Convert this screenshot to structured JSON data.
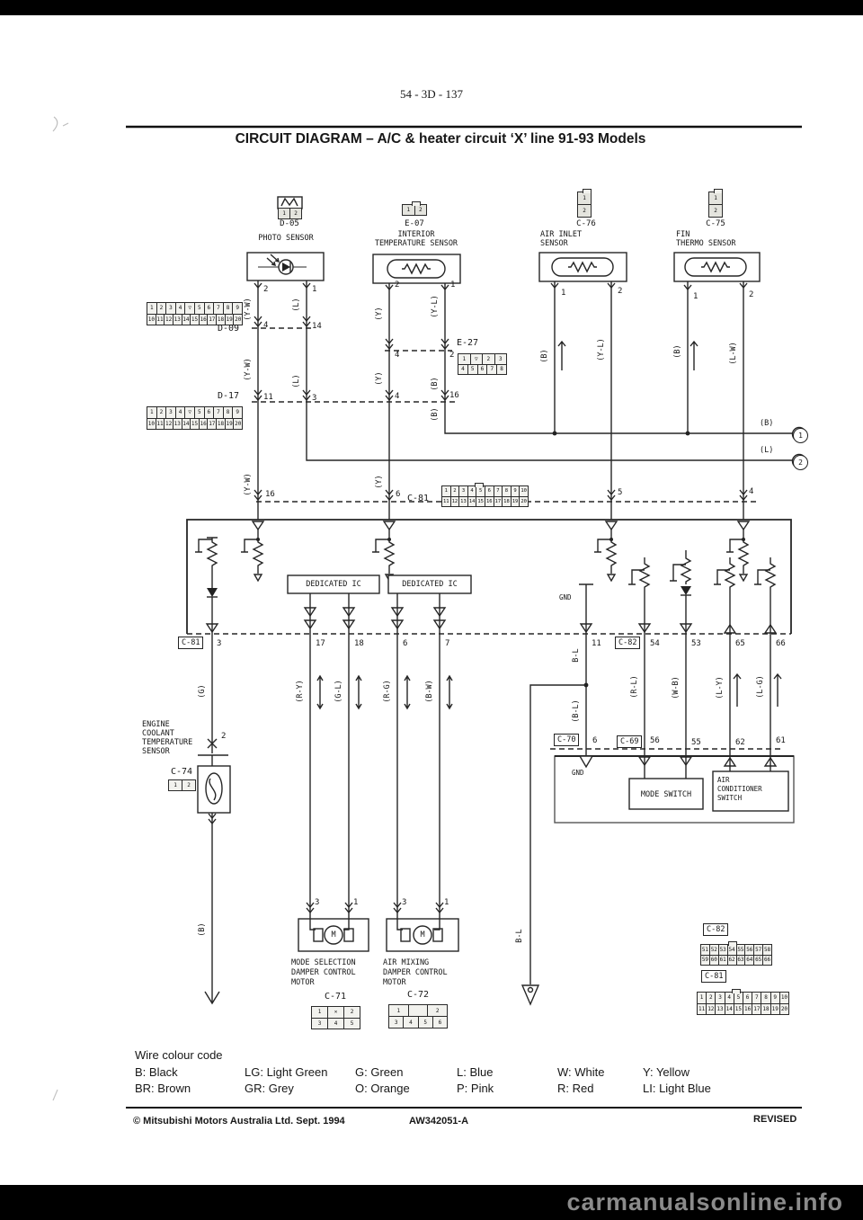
{
  "page": {
    "number": "54 - 3D - 137",
    "title": "CIRCUIT DIAGRAM – A/C & heater circuit ‘X’ line 91-93 Models",
    "footer": {
      "copyright": "© Mitsubishi Motors Australia Ltd. Sept. 1994",
      "document_number": "AW342051-A",
      "status": "REVISED"
    },
    "watermark": "carmanualsonline.info"
  },
  "legend": {
    "title": "Wire colour code",
    "row1": [
      "B: Black",
      "LG: Light Green",
      "G: Green",
      "L: Blue",
      "W: White",
      "Y: Yellow"
    ],
    "row2": [
      "BR: Brown",
      "GR: Grey",
      "O: Orange",
      "P: Pink",
      "R: Red",
      "LI: Light Blue"
    ]
  },
  "components": {
    "photo_sensor": {
      "id": "D-05",
      "name": "PHOTO SENSOR"
    },
    "interior_temp_sensor": {
      "id": "E-07",
      "name1": "INTERIOR",
      "name2": "TEMPERATURE SENSOR"
    },
    "air_inlet_sensor": {
      "id": "C-76",
      "name1": "AIR INLET",
      "name2": "SENSOR"
    },
    "fin_thermo_sensor": {
      "id": "C-75",
      "name1": "FIN",
      "name2": "THERMO SENSOR"
    },
    "coolant_sensor": {
      "id": "C-74",
      "name1": "ENGINE",
      "name2": "COOLANT",
      "name3": "TEMPERATURE",
      "name4": "SENSOR"
    },
    "dedicated_ic1": "DEDICATED IC",
    "dedicated_ic2": "DEDICATED IC",
    "gnd_ecu": "GND",
    "gnd_c70": "GND",
    "mode_switch": {
      "name": "MODE SWITCH"
    },
    "ac_switch": {
      "name1": "AIR",
      "name2": "CONDITIONER",
      "name3": "SWITCH"
    },
    "mode_motor": {
      "id": "C-71",
      "name1": "MODE SELECTION",
      "name2": "DAMPER CONTROL",
      "name3": "MOTOR",
      "symbol": "M"
    },
    "mix_motor": {
      "id": "C-72",
      "name1": "AIR MIXING",
      "name2": "DAMPER CONTROL",
      "name3": "MOTOR",
      "symbol": "M"
    }
  },
  "connector_labels": {
    "d09": "D-09",
    "d17": "D-17",
    "e27": "E-27",
    "c81_mid": "C-81",
    "c81_ecu": "C-81",
    "c82_ecu": "C-82",
    "c70": "C-70",
    "c69": "C-69",
    "c82_pinout": "C-82",
    "c81_pinout": "C-81"
  },
  "pins": {
    "photo_2": "2",
    "photo_1": "1",
    "int_2": "2",
    "int_1": "1",
    "ai_1": "1",
    "ai_2": "2",
    "fin_1": "1",
    "fin_2": "2",
    "d09_4": "4",
    "d09_14": "14",
    "e27_4": "4",
    "e27_2": "2",
    "d17_11": "11",
    "d17_3": "3",
    "d17_4": "4",
    "d17_16": "16",
    "c81_16": "16",
    "c81_6": "6",
    "c81_5": "5",
    "c81_4": "4",
    "ecu_3": "3",
    "ecu_17": "17",
    "ecu_18": "18",
    "ecu_6": "6",
    "ecu_7": "7",
    "ecu_11": "11",
    "ecu_54": "54",
    "ecu_53": "53",
    "ecu_65": "65",
    "ecu_66": "66",
    "c70_6": "6",
    "c69_56": "56",
    "c69_55": "55",
    "c69_62": "62",
    "c69_61": "61",
    "coolant_2": "2",
    "mm_3": "3",
    "mm_1": "1",
    "am_3": "3",
    "am_1": "1"
  },
  "wires": {
    "yw_a": "(Y-W)",
    "l_a": "(L)",
    "y_a": "(Y)",
    "yl_a": "(Y-L)",
    "yw_b": "(Y-W)",
    "l_b": "(L)",
    "y_b": "(Y)",
    "b_a": "(B)",
    "b_b": "(B)",
    "yw_c": "(Y-W)",
    "y_c": "(Y)",
    "ai_b": "(B)",
    "ai_yl": "(Y-L)",
    "fin_b": "(B)",
    "fin_lw": "(L-W)",
    "g": "(G)",
    "ry": "(R-Y)",
    "gl": "(G-L)",
    "rg": "(R-G)",
    "bw": "(B-W)",
    "bl_top": "B-L",
    "bl_mid": "(B-L)",
    "rl": "(R-L)",
    "wb": "(W-B)",
    "ly": "(L-Y)",
    "lg": "(L-G)",
    "bl_bottom": "B-L",
    "b_coolant": "(B)"
  },
  "ground_refs": {
    "b_ref": "(B)",
    "b_ref_no": "1",
    "l_ref": "(L)",
    "l_ref_no": "2"
  },
  "pinouts": {
    "d05": [
      [
        "1",
        "2"
      ]
    ],
    "e07": [
      [
        "1",
        "2"
      ]
    ],
    "c76": [
      [
        "1"
      ],
      [
        "2"
      ]
    ],
    "c75": [
      [
        "1"
      ],
      [
        "2"
      ]
    ],
    "d09": [
      [
        "1",
        "2",
        "3",
        "4",
        "▽",
        "5",
        "6",
        "7",
        "8",
        "9"
      ],
      [
        "10",
        "11",
        "12",
        "13",
        "14",
        "15",
        "16",
        "17",
        "18",
        "19",
        "20"
      ]
    ],
    "d17": [
      [
        "1",
        "2",
        "3",
        "4",
        "▽",
        "5",
        "6",
        "7",
        "8",
        "9"
      ],
      [
        "10",
        "11",
        "12",
        "13",
        "14",
        "15",
        "16",
        "17",
        "18",
        "19",
        "20"
      ]
    ],
    "e27": [
      [
        "1",
        "▽",
        "2",
        "3"
      ],
      [
        "4",
        "5",
        "6",
        "7",
        "8"
      ]
    ],
    "c81_mid": [
      [
        "1",
        "2",
        "3",
        "4",
        "5",
        "6",
        "7",
        "8",
        "9",
        "10"
      ],
      [
        "11",
        "12",
        "13",
        "14",
        "15",
        "16",
        "17",
        "18",
        "19",
        "20"
      ]
    ],
    "c74": [
      [
        "1",
        "2"
      ]
    ],
    "c71": [
      [
        "1",
        "✕",
        "2"
      ],
      [
        "3",
        "4",
        "5"
      ]
    ],
    "c72": [
      [
        "1",
        "",
        "2"
      ],
      [
        "3",
        "4",
        "5",
        "6"
      ]
    ],
    "c82_big": [
      [
        "51",
        "52",
        "53",
        "54",
        "55",
        "56",
        "57",
        "58"
      ],
      [
        "59",
        "60",
        "61",
        "62",
        "63",
        "64",
        "65",
        "66"
      ]
    ],
    "c81_big": [
      [
        "1",
        "2",
        "3",
        "4",
        "5",
        "6",
        "7",
        "8",
        "9",
        "10"
      ],
      [
        "11",
        "12",
        "13",
        "14",
        "15",
        "16",
        "17",
        "18",
        "19",
        "20"
      ]
    ]
  }
}
